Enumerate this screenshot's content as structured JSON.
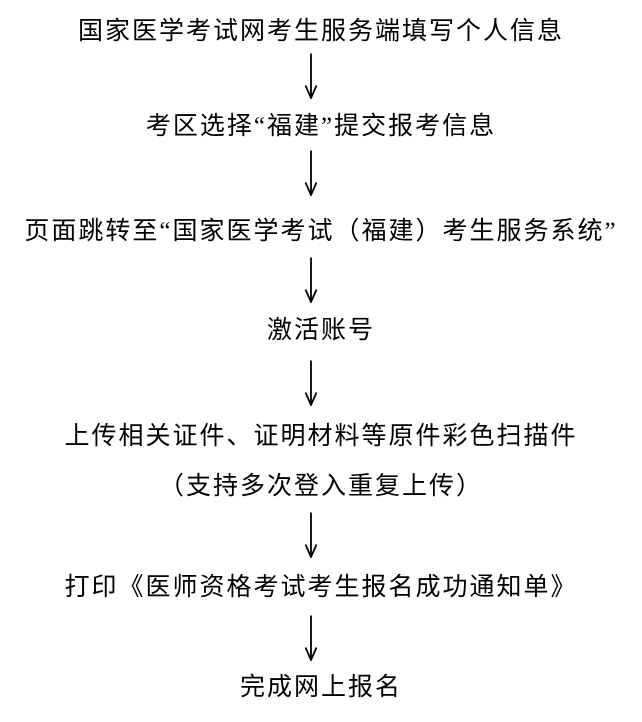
{
  "flowchart": {
    "description": "Vertical flowchart of online exam registration steps",
    "background_color": "#ffffff",
    "text_color": "#000000",
    "arrow_color": "#000000",
    "arrow_icon": "down-arrow",
    "steps": [
      {
        "label": "国家医学考试网考生服务端填写个人信息"
      },
      {
        "label": "考区选择“福建”提交报考信息"
      },
      {
        "label": "页面跳转至“国家医学考试（福建）考生服务系统”"
      },
      {
        "label": "激活账号"
      },
      {
        "label": "上传相关证件、证明材料等原件彩色扫描件",
        "note": "（支持多次登入重复上传）"
      },
      {
        "label": "打印《医师资格考试考生报名成功通知单》"
      },
      {
        "label": "完成网上报名"
      }
    ]
  }
}
